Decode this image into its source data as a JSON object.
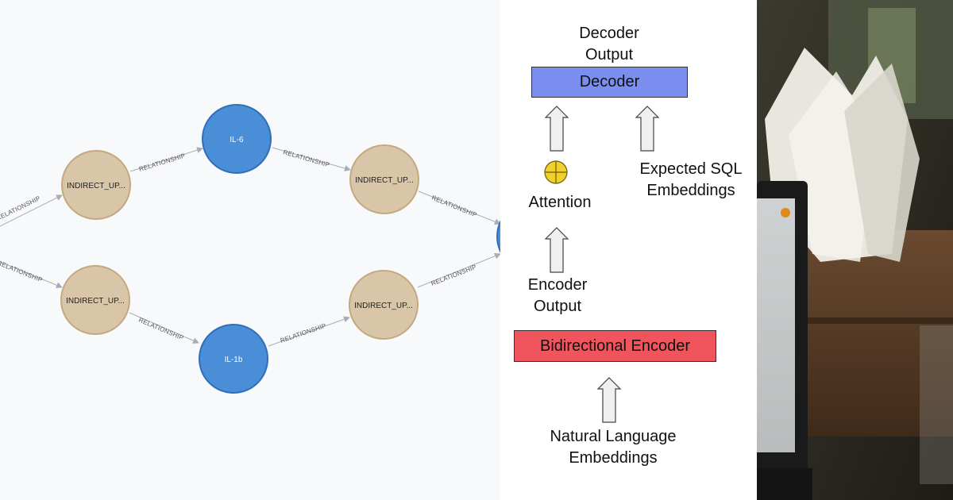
{
  "graph": {
    "nodes": [
      {
        "id": "n1",
        "label": "INDIRECT_UP...",
        "kind": "indirect"
      },
      {
        "id": "n2",
        "label": "INDIRECT_UP...",
        "kind": "indirect"
      },
      {
        "id": "n3",
        "label": "IL-6",
        "kind": "target"
      },
      {
        "id": "n4",
        "label": "IL-1b",
        "kind": "target"
      },
      {
        "id": "n5",
        "label": "INDIRECT_UP...",
        "kind": "indirect"
      },
      {
        "id": "n6",
        "label": "INDIRECT_UP...",
        "kind": "indirect"
      }
    ],
    "edge_label": "RELATIONSHIP",
    "colors": {
      "indirect_fill": "#d9c6a8",
      "indirect_stroke": "#c4a880",
      "target_fill": "#4a8ed8",
      "target_stroke": "#2f6fba",
      "edge": "#a8adb5"
    }
  },
  "architecture": {
    "decoder_output": "Decoder\nOutput",
    "decoder": "Decoder",
    "attention": "Attention",
    "expected_sql": "Expected SQL\nEmbeddings",
    "encoder_output": "Encoder\nOutput",
    "encoder": "Bidirectional Encoder",
    "nl_embeddings": "Natural Language\nEmbeddings",
    "colors": {
      "decoder": "#7b8ef0",
      "encoder": "#f0545c",
      "attention": "#f2d027"
    }
  },
  "photo": {
    "indicator_color": "#e08a18"
  }
}
